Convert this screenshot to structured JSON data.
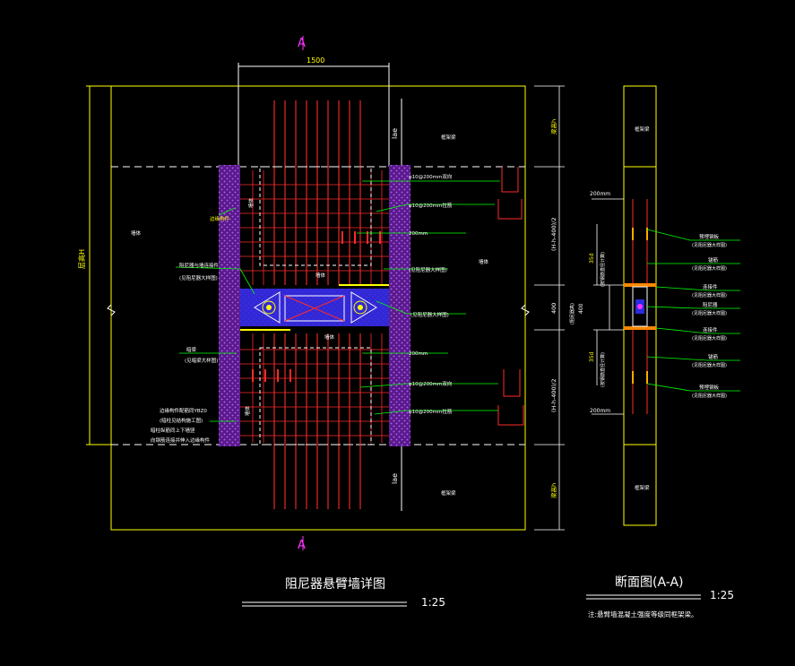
{
  "colors": {
    "background": "#000000",
    "outline": "#ffff00",
    "rebar": "#ff2a2a",
    "leader": "#00ff00",
    "hatch": "#7722aa",
    "damper": "#2222ee",
    "text": "#ffffff",
    "section_marker": "#ff33ff"
  },
  "plan": {
    "section_mark_top": "A",
    "section_mark_bottom": "A",
    "width_dim": "1500",
    "height_dim": "层高H",
    "lae_top": "lae",
    "lae_bottom": "lae",
    "upper_frame_beam": "框架梁",
    "lower_frame_beam": "框架梁",
    "left_wall": "墙体",
    "right_wall": "墙体",
    "embed_column_label": "边缘构件",
    "dist_upper": "φ10@200mm双向",
    "tie_upper": "φ10@200mm拉筋",
    "gap_upper": "200mm",
    "damper_upper_note": "(见阻尼器大样图)",
    "damper_left_note_1": "阻尼器与墙连接件",
    "damper_left_note_2": "(见阻尼器大样图)",
    "damper_center_label": "(见阻尼器大样图)",
    "wall_upper_label": "墙体",
    "wall_lower_label": "墙体",
    "lower_edge_label": "暗梁",
    "lower_edge_note": "(见暗梁大样图)",
    "gap_lower": "200mm",
    "dist_lower": "φ10@200mm双向",
    "tie_lower": "φ10@200mm拉筋",
    "left_note_1": "边缘构件配筋同YBZ0",
    "left_note_2": "(暗柱见结构施工图)",
    "left_note_3": "暗柱纵筋同上下墙竖",
    "left_note_4": "向钢筋连接并伸入边缘构件",
    "right_dim_top": "梁高h",
    "right_dim_upper": "(H-h-400)/2",
    "right_dim_mid": "400",
    "right_dim_lower": "(H-h-400)/2",
    "right_dim_bottom": "梁高h",
    "title": "阻尼器悬臂墙详图",
    "scale": "1:25"
  },
  "section": {
    "top_beam": "框架梁",
    "bottom_beam": "框架梁",
    "gap_top": "200mm",
    "gap_bottom": "200mm",
    "dim_upper_35d": "35d",
    "dim_upper_note": "(按钢筋直径计算)",
    "dim_mid": "400",
    "dim_mid_note": "(阻尼器高)",
    "dim_lower_35d": "35d",
    "dim_lower_note": "(按钢筋直径计算)",
    "callouts": [
      {
        "label": "预埋钢板",
        "note": "(见阻尼器大样图)"
      },
      {
        "label": "锚筋",
        "note": "(见阻尼器大样图)"
      },
      {
        "label": "连接件",
        "note": "(见阻尼器大样图)"
      },
      {
        "label": "阻尼器",
        "note": "(见阻尼器大样图)"
      },
      {
        "label": "连接件",
        "note": "(见阻尼器大样图)"
      },
      {
        "label": "锚筋",
        "note": "(见阻尼器大样图)"
      },
      {
        "label": "预埋钢板",
        "note": "(见阻尼器大样图)"
      }
    ],
    "title": "断面图(A-A)",
    "scale": "1:25",
    "note": "注:悬臂墙混凝土强度等级同框架梁。"
  }
}
